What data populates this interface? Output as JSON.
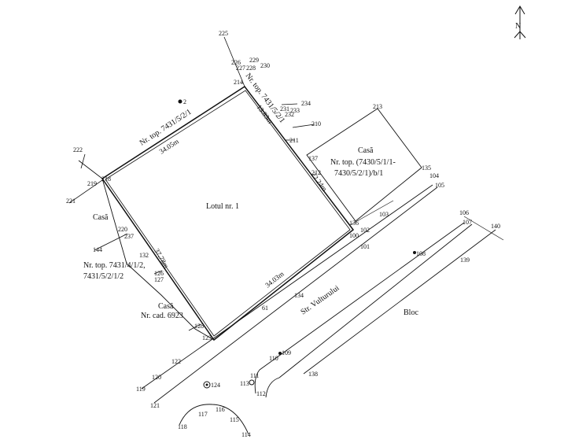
{
  "north": {
    "letter": "N"
  },
  "labels": {
    "lot": "Lotul nr. 1",
    "top_parcel_a": "Nr. top. 7431/5/2/1",
    "top_parcel_b": "Nr. top. 7431/5/2/1",
    "house_right": "Casă",
    "house_right_top_1": "Nr. top. (7430/5/1/1-",
    "house_right_top_2": "7430/5/2/1)/b/1",
    "house_left": "Casă",
    "left_top_1": "Nr. top. 7431/4/1/2,",
    "left_top_2": "7431/5/2/1/2",
    "house_bottom": "Casă",
    "cad": "Nr. cad. 6923",
    "street": "Str. Vulturului",
    "bloc": "Bloc"
  },
  "dimensions": {
    "top": "34.05m",
    "right_upper": "13.83m",
    "right_lower": "22.24m",
    "bottom": "34.03m",
    "left": "37.78m"
  },
  "points": {
    "p225": "225",
    "p229": "229",
    "p230": "230",
    "p226": "226",
    "p227": "227",
    "p228": "228",
    "p214": "214",
    "p234": "234",
    "p233": "233",
    "p231": "231",
    "p232": "232",
    "p210": "210",
    "p211": "211",
    "p137": "137",
    "p212": "212",
    "p213": "213",
    "p135": "135",
    "p104": "104",
    "p105": "105",
    "p136": "136",
    "p103": "103",
    "p102": "102",
    "p100": "100",
    "p101": "101",
    "p106": "106",
    "p107": "107",
    "p140": "140",
    "p108": "108",
    "p139": "139",
    "p222": "222",
    "p219": "219",
    "p218": "218",
    "p221": "221",
    "p220": "220",
    "p237": "237",
    "p144": "144",
    "p132": "132",
    "p126": "126",
    "p127": "127",
    "p128": "128",
    "p123": "123",
    "p134": "134",
    "p61": "61",
    "p2": "2",
    "p110": "110",
    "p109": "109",
    "p111": "111",
    "p113": "113",
    "p112": "112",
    "p138": "138",
    "p122": "122",
    "p120": "120",
    "p119": "119",
    "p121": "121",
    "p124": "124",
    "p117": "117",
    "p116": "116",
    "p115": "115",
    "p114": "114",
    "p118": "118"
  }
}
